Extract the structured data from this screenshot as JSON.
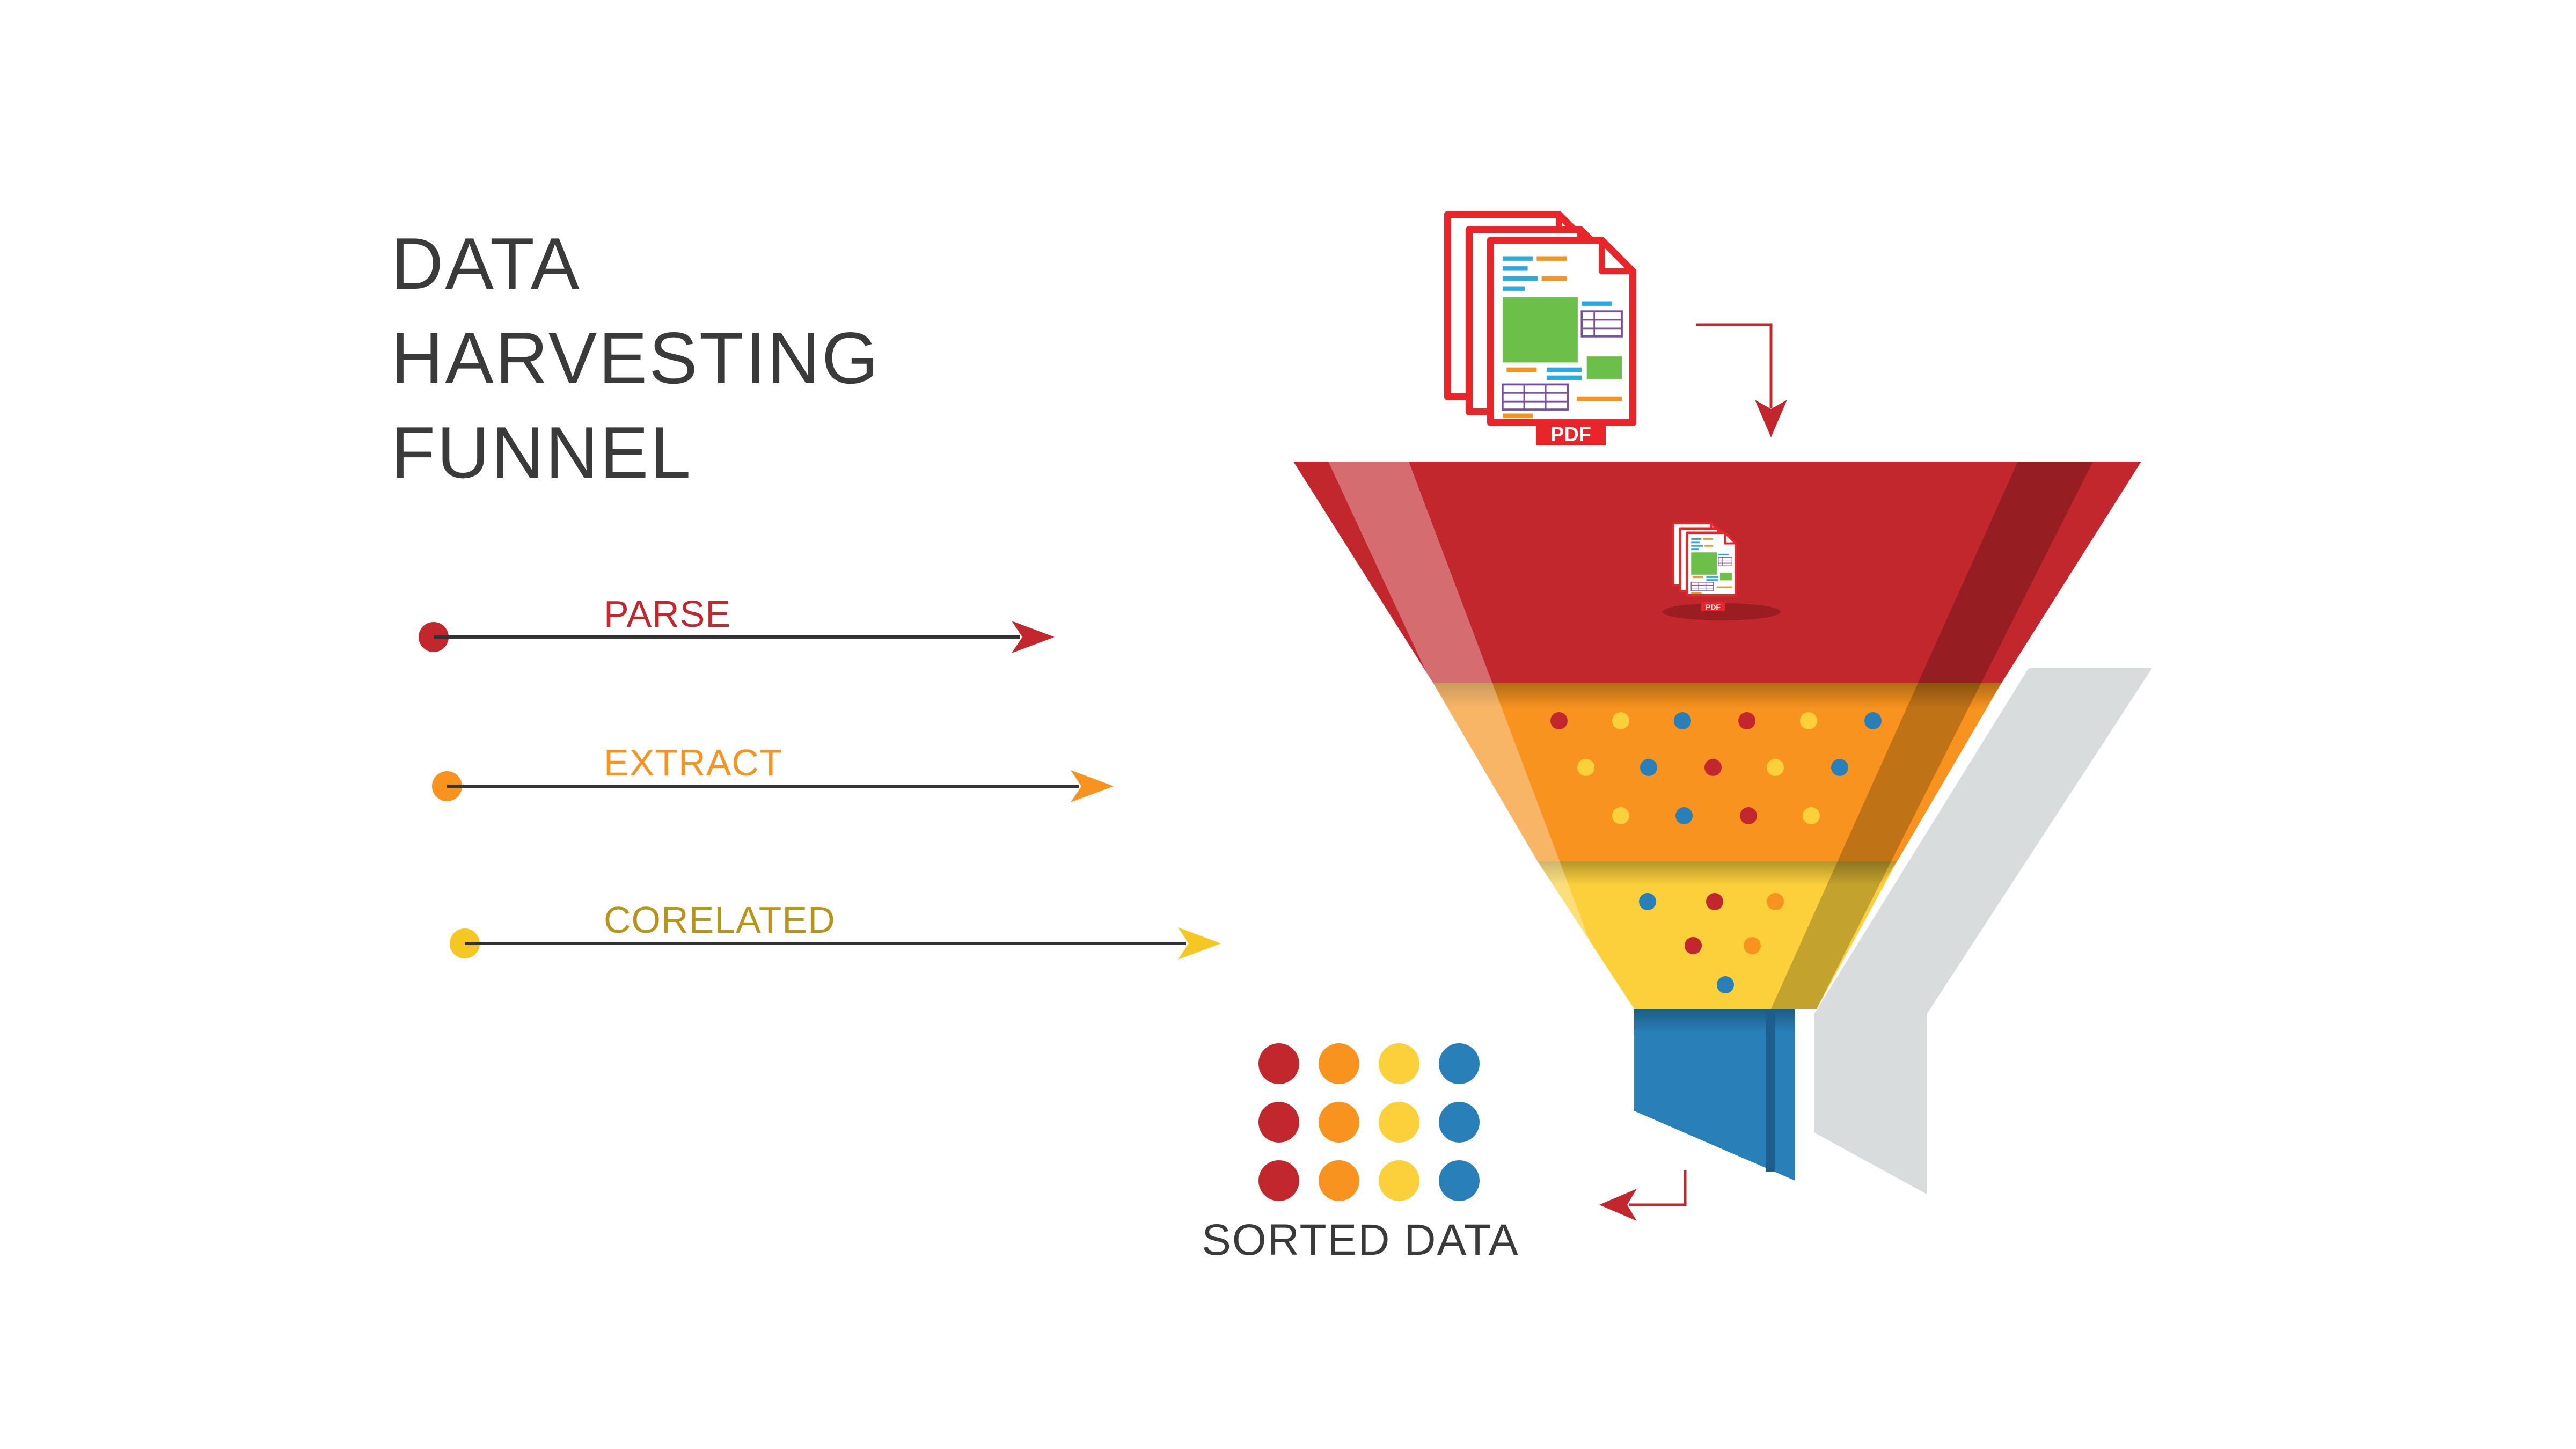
{
  "title": {
    "lines": [
      "DATA",
      "HARVESTING",
      "FUNNEL"
    ]
  },
  "steps": [
    {
      "label": "PARSE",
      "color": "#c1272d"
    },
    {
      "label": "EXTRACT",
      "color": "#f7931e"
    },
    {
      "label": "CORELATED",
      "color": "#f6c723"
    }
  ],
  "label_colors": {
    "parse": "#c1272d",
    "extract": "#f7931e",
    "corelated": "#b8951a"
  },
  "funnel": {
    "colors": {
      "top": "#c1272d",
      "middle": "#f7931e",
      "bottom": "#fcd03b",
      "spout": "#2980b9",
      "shadow": "#d9dcdc"
    }
  },
  "pdf_icon": {
    "tag": "PDF",
    "icon": "pdf-documents-icon"
  },
  "sorted": {
    "label": "SORTED DATA",
    "dot_colors": [
      "#c1272d",
      "#f7931e",
      "#fcd03b",
      "#2980b9"
    ]
  }
}
